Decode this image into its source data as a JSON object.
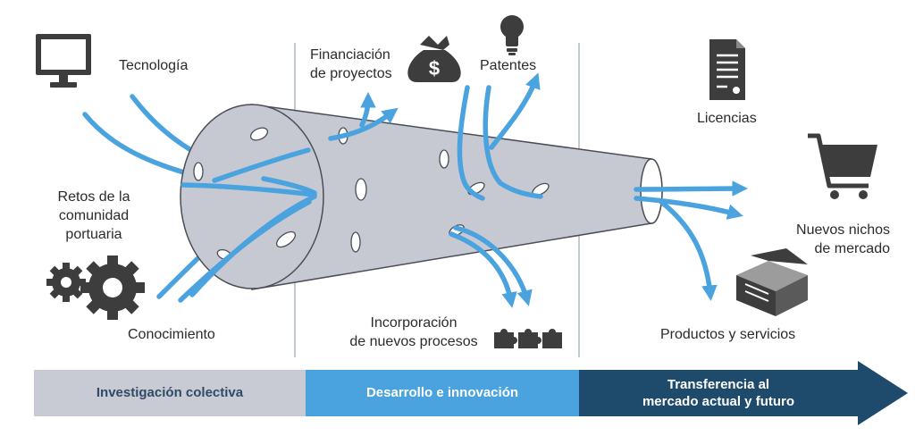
{
  "labels": {
    "tecnologia": "Tecnología",
    "retos": [
      "Retos de la",
      "comunidad",
      "portuaria"
    ],
    "conocimiento": "Conocimiento",
    "financiacion": [
      "Financiación",
      "de proyectos"
    ],
    "patentes": "Patentes",
    "incorporacion": [
      "Incorporación",
      "de nuevos procesos"
    ],
    "licencias": "Licencias",
    "nichos": [
      "Nuevos nichos",
      "de mercado"
    ],
    "productos": "Productos y servicios"
  },
  "stages": [
    {
      "label": [
        "Investigación colectiva"
      ]
    },
    {
      "label": [
        "Desarrollo e innovación"
      ]
    },
    {
      "label": [
        "Transferencia al",
        "mercado actual y futuro"
      ]
    }
  ],
  "icons": [
    "monitor-icon",
    "gears-icon",
    "money-bag-icon",
    "light-bulb-icon",
    "puzzle-icon",
    "document-icon",
    "shopping-cart-icon",
    "box-icon"
  ],
  "colors": {
    "flow": "#4aa3de",
    "funnel": "#c6c9d2",
    "funnel_stroke": "#4a4d55",
    "icon": "#3d3d3d",
    "stage1_bg": "#c8cbd4",
    "stage1_text": "#2f4a67",
    "stage2_bg": "#4aa3de",
    "stage3_bg": "#1e4a6c",
    "light_text": "#ffffff",
    "divider": "#9aa6b2"
  }
}
